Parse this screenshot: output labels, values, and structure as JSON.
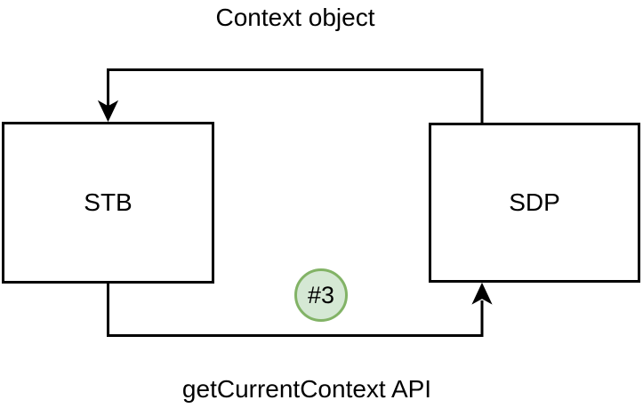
{
  "diagram": {
    "top_label": "Context object",
    "bottom_label": "getCurrentContext API",
    "nodes": [
      {
        "id": "stb",
        "label": "STB"
      },
      {
        "id": "sdp",
        "label": "SDP"
      }
    ],
    "edges": [
      {
        "name": "context-object-flow",
        "from": "SDP",
        "to": "STB",
        "label": "Context object"
      },
      {
        "name": "getcurrentcontext-flow",
        "from": "STB",
        "to": "SDP",
        "label": "getCurrentContext API"
      }
    ],
    "badge": {
      "text": "#3",
      "fill_color": "#d5e8d4",
      "stroke_color": "#82b366"
    },
    "colors": {
      "line": "#000000",
      "box_fill": "#ffffff",
      "box_border": "#000000",
      "background": "#ffffff",
      "text": "#000000"
    },
    "icons": {
      "arrowhead_down": "filled classic arrowhead pointing down",
      "arrowhead_up": "filled classic arrowhead pointing up"
    }
  }
}
